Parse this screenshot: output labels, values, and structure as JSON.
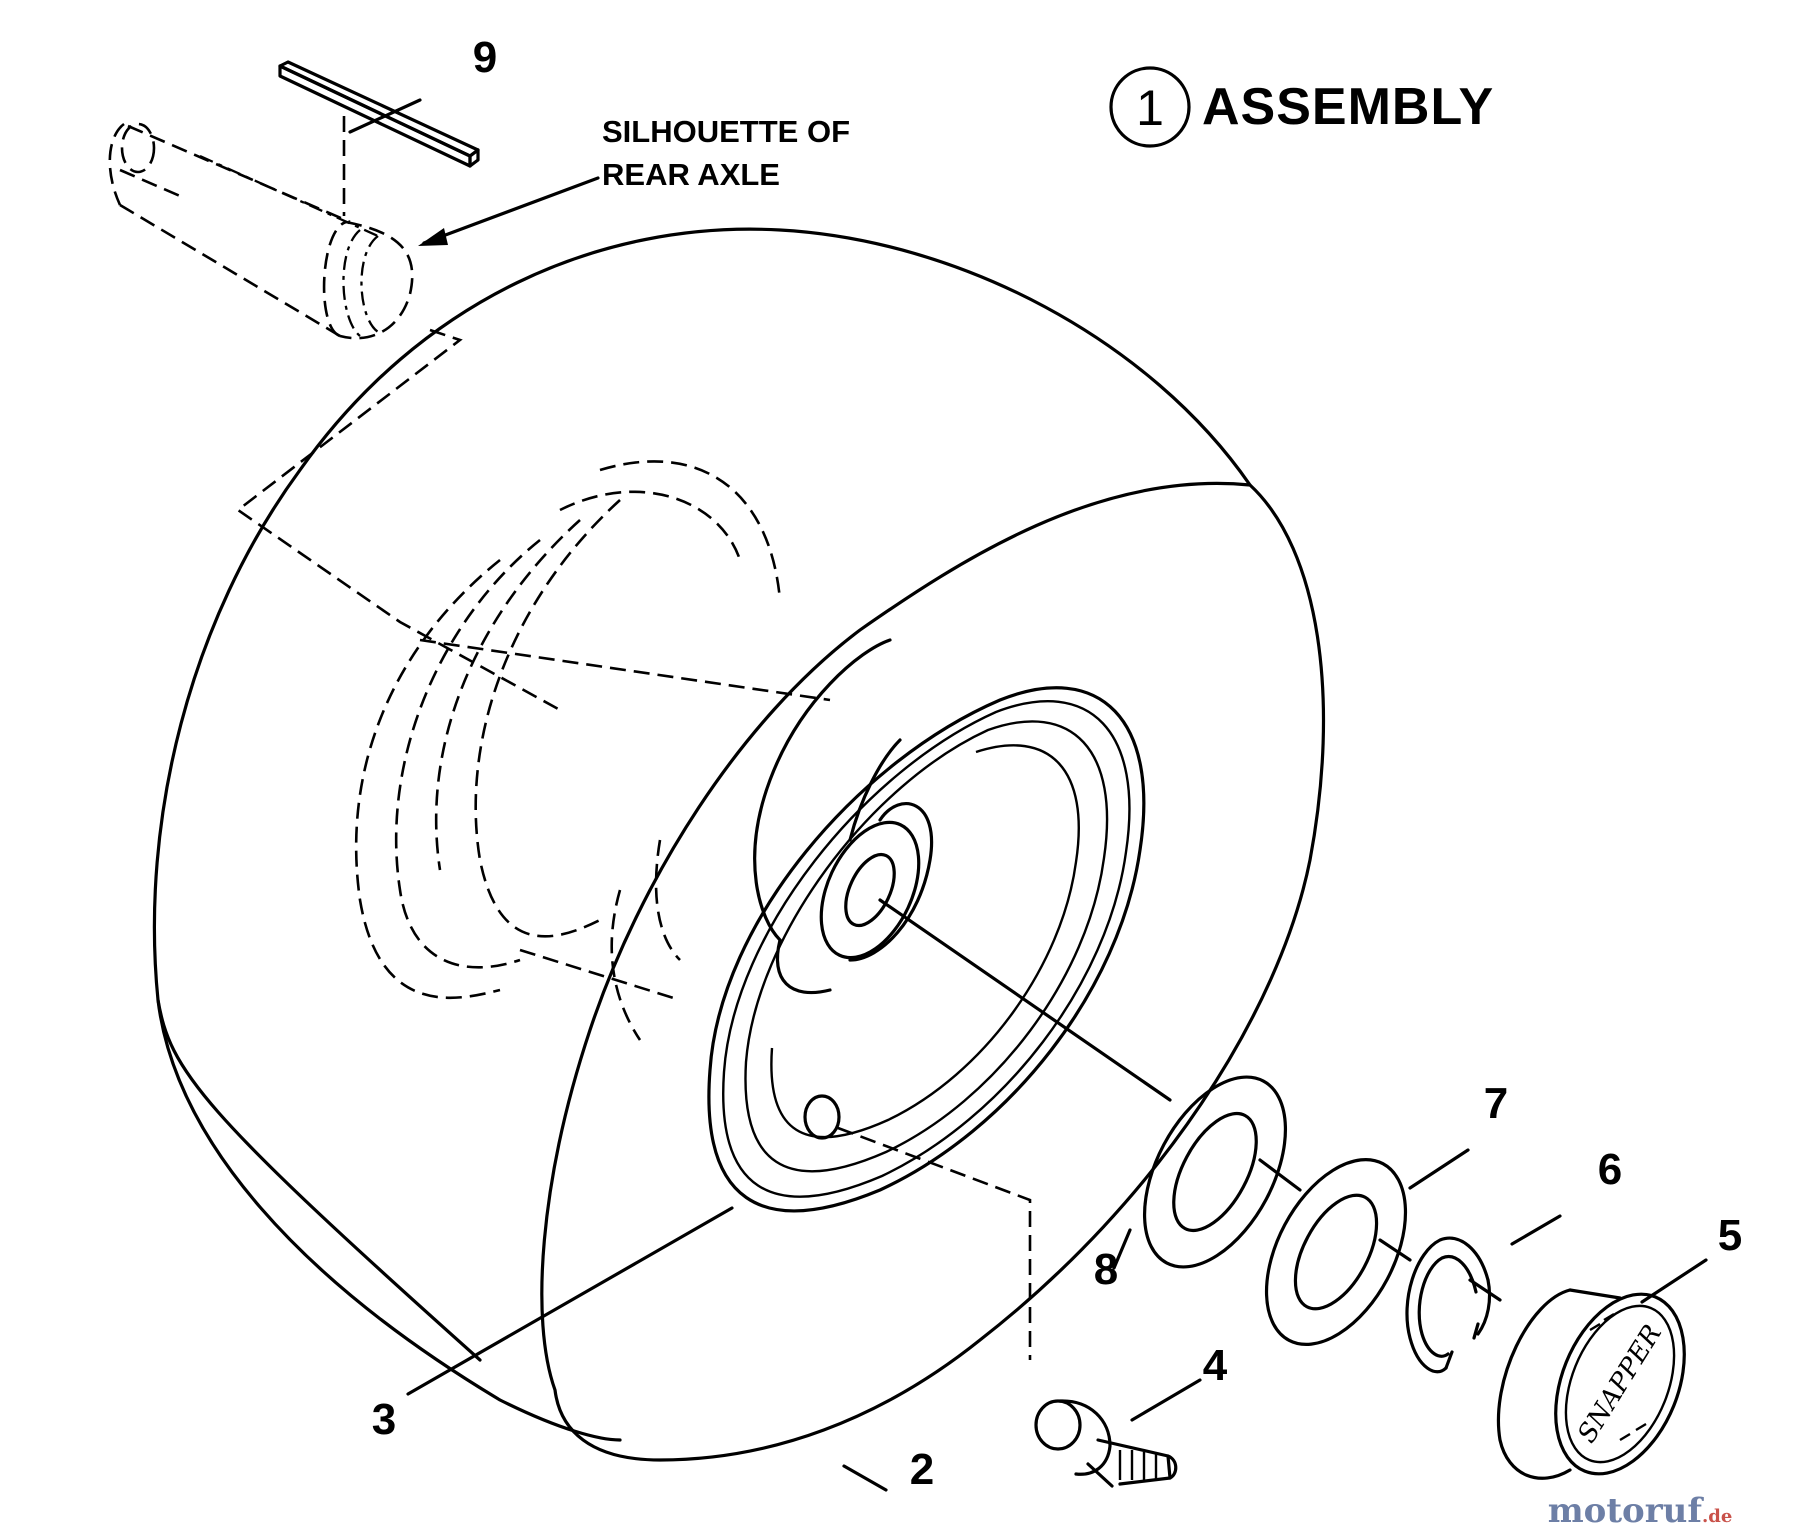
{
  "title": {
    "circle_number": "1",
    "text": "ASSEMBLY"
  },
  "annotation": {
    "line1": "SILHOUETTE OF",
    "line2": "REAR AXLE"
  },
  "callouts": [
    "9",
    "8",
    "7",
    "6",
    "5",
    "4",
    "3",
    "2"
  ],
  "bearing_logo_text": "SNAPPER",
  "watermark": {
    "part1": "motoruf",
    "part2": ".de",
    "color1": "#6d7fa6",
    "color2": "#c9524a"
  }
}
